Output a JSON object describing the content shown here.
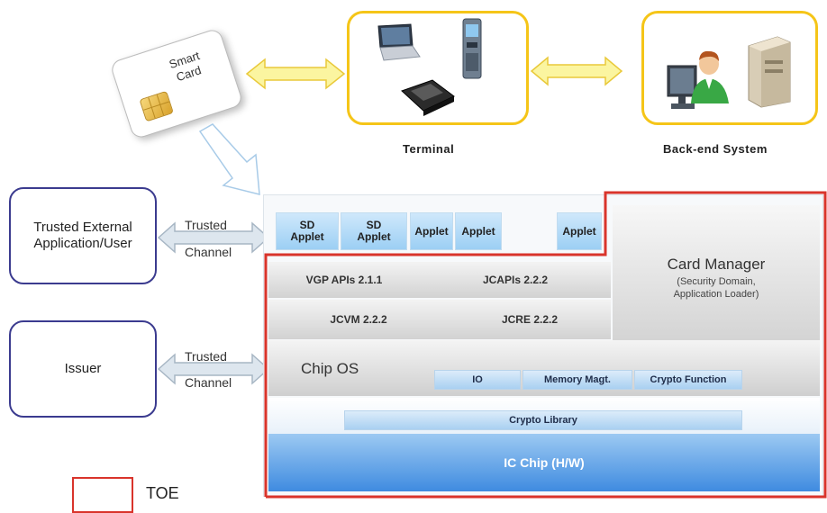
{
  "smart_card": {
    "label_line1": "Smart",
    "label_line2": "Card"
  },
  "terminal": {
    "caption": "Terminal"
  },
  "backend": {
    "caption": "Back-end System"
  },
  "left_boxes": {
    "trusted_external": {
      "line1": "Trusted External",
      "line2": "Application/User"
    },
    "issuer": {
      "label": "Issuer"
    }
  },
  "channels": {
    "top": {
      "line1": "Trusted",
      "line2": "Channel"
    },
    "bottom": {
      "line1": "Trusted",
      "line2": "Channel"
    }
  },
  "applets": [
    {
      "line1": "SD",
      "line2": "Applet"
    },
    {
      "line1": "SD",
      "line2": "Applet"
    },
    {
      "line1": "Applet",
      "line2": ""
    },
    {
      "line1": "Applet",
      "line2": ""
    },
    {
      "line1": "Applet",
      "line2": ""
    }
  ],
  "layers": {
    "vgp_apis": "VGP APIs 2.1.1",
    "jcapis": "JCAPIs 2.2.2",
    "jcvm": "JCVM 2.2.2",
    "jcre": "JCRE 2.2.2",
    "card_manager": {
      "title": "Card Manager",
      "sub1": "(Security Domain,",
      "sub2": "Application Loader)"
    },
    "chip_os": "Chip OS",
    "chip_os_items": [
      "IO",
      "Memory Magt.",
      "Crypto Function"
    ],
    "crypto_library": "Crypto Library",
    "ic_chip": "IC Chip (H/W)"
  },
  "legend": {
    "toe_label": "TOE",
    "toe_color": "#d9342b"
  },
  "colors": {
    "yellow_border": "#f5c518",
    "navy_border": "#3b3b8f",
    "toe_red": "#d9342b",
    "ic_blue": "#3f8be0"
  }
}
